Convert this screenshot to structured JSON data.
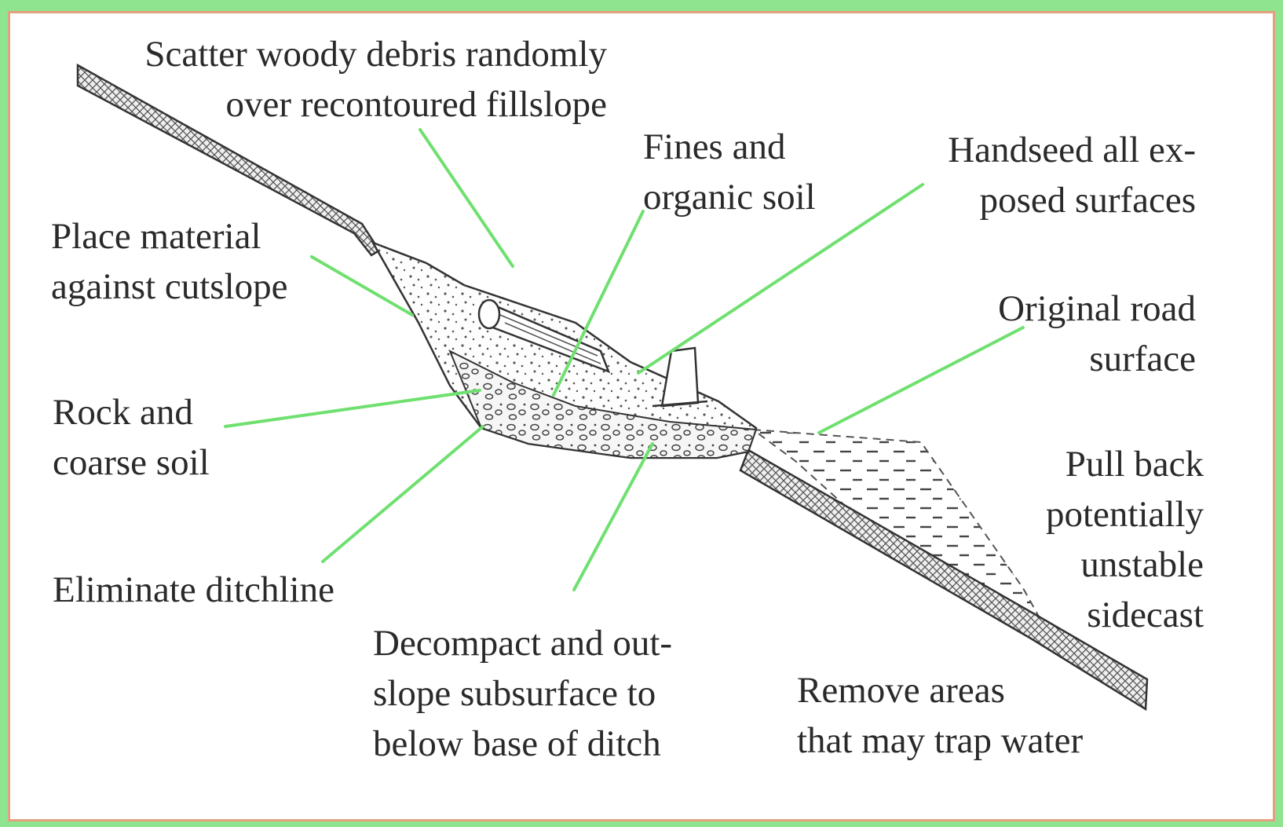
{
  "colors": {
    "background": "#8fe58f",
    "panel": "#ffffff",
    "panel_border": "#e3a07f",
    "leader_line": "#6fe06f",
    "ink": "#2a2a2a"
  },
  "labels": {
    "scatter_debris": [
      "Scatter woody debris randomly",
      "over recontoured fillslope"
    ],
    "fines_soil": [
      "Fines and",
      "organic soil"
    ],
    "handseed": [
      "Handseed all ex-",
      "posed surfaces"
    ],
    "place_material": [
      "Place  material",
      "against cutslope"
    ],
    "original_road": [
      "Original road",
      "surface"
    ],
    "rock_coarse": [
      "Rock and",
      "coarse soil"
    ],
    "pull_back": [
      "Pull back",
      "potentially",
      "unstable",
      "sidecast"
    ],
    "eliminate_ditch": [
      "Eliminate ditchline"
    ],
    "decompact": [
      "Decompact and out-",
      "slope  subsurface  to",
      "below base of ditch"
    ],
    "remove_areas": [
      "Remove areas",
      "that may trap water"
    ]
  }
}
